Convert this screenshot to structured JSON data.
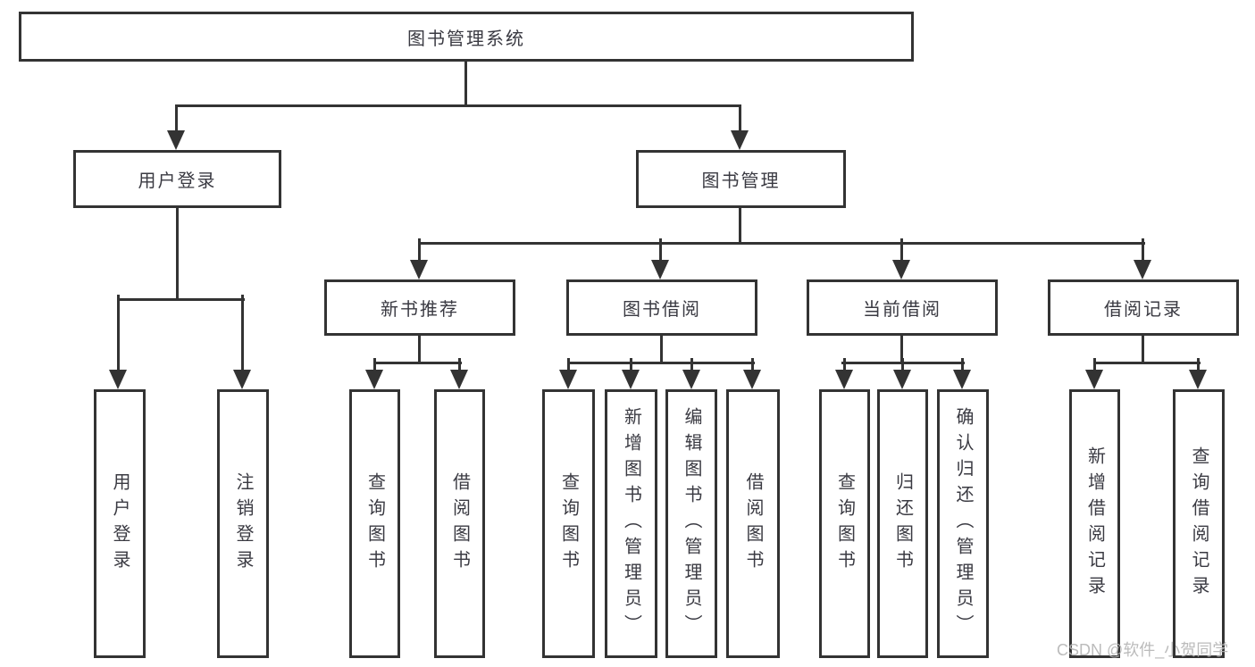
{
  "diagram_type": "hierarchy-tree",
  "tree": {
    "root": {
      "label": "图书管理系统"
    },
    "user_login": {
      "label": "用户登录",
      "children": [
        {
          "label": "用户登录"
        },
        {
          "label": "注销登录"
        }
      ]
    },
    "book_mgmt": {
      "label": "图书管理",
      "sections": [
        {
          "label": "新书推荐",
          "children": [
            {
              "label": "查询图书"
            },
            {
              "label": "借阅图书"
            }
          ]
        },
        {
          "label": "图书借阅",
          "children": [
            {
              "label": "查询图书"
            },
            {
              "label": "新增图书（管理员）"
            },
            {
              "label": "编辑图书（管理员）"
            },
            {
              "label": "借阅图书"
            }
          ]
        },
        {
          "label": "当前借阅",
          "children": [
            {
              "label": "查询图书"
            },
            {
              "label": "归还图书"
            },
            {
              "label": "确认归还（管理员）"
            }
          ]
        },
        {
          "label": "借阅记录",
          "children": [
            {
              "label": "新增借阅记录"
            },
            {
              "label": "查询借阅记录"
            }
          ]
        }
      ]
    }
  },
  "watermark": {
    "text": "CSDN @软件_小贺同学"
  },
  "colors": {
    "line": "#333333",
    "box_background": "#ffffff",
    "text": "#3a3a42",
    "watermark": "#b4b4b4",
    "page_background": "#ffffff"
  }
}
